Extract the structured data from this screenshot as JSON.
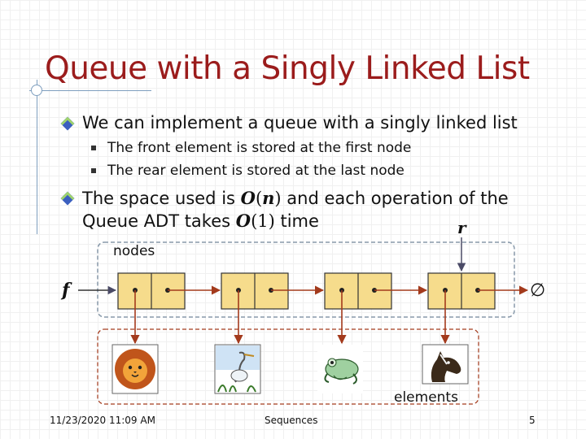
{
  "slide": {
    "title": "Queue with a Singly Linked List",
    "bullets": [
      {
        "text": "We can implement a queue with a singly linked list",
        "sub": [
          "The front element is stored at the first node",
          "The rear element is stored at the last node"
        ]
      }
    ],
    "bullet2": {
      "part1": "The space used is ",
      "math1": "O(n)",
      "part2": " and each operation of the",
      "line2": "Queue ADT takes ",
      "math2": "O(1)",
      "part3": " time"
    }
  },
  "diagram": {
    "nodes_label": "nodes",
    "elements_label": "elements",
    "front_pointer": "f",
    "rear_pointer": "r",
    "null_symbol": "∅",
    "node_count": 4,
    "element_icons": [
      "lion-icon",
      "heron-icon",
      "frog-icon",
      "horse-icon"
    ],
    "colors": {
      "node_fill": "#f6dc8c",
      "arrow": "#a33a1c",
      "dashed": "#8899aa"
    }
  },
  "footer": {
    "date": "11/23/2020 11:09 AM",
    "center": "Sequences",
    "page": "5"
  }
}
